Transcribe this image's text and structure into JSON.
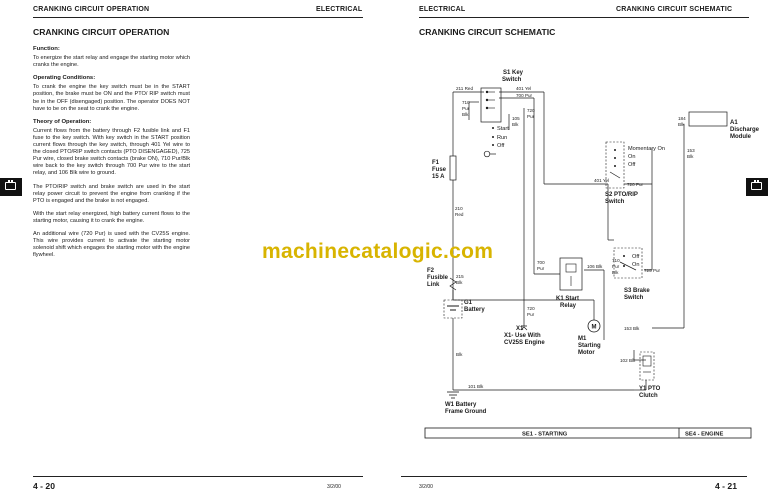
{
  "left_page": {
    "header_title": "CRANKING CIRCUIT OPERATION",
    "header_section": "ELECTRICAL",
    "page_title": "CRANKING CIRCUIT OPERATION",
    "function_heading": "Function:",
    "function_text": "To energize the start relay and engage the starting motor which cranks the engine.",
    "conditions_heading": "Operating Conditions:",
    "conditions_text": "To crank the engine the key switch must be in the START position, the brake must be ON and the PTO/ RIP switch must be in the OFF (disengaged) position. The operator DOES NOT have to be on the seat to crank the engine.",
    "theory_heading": "Theory of Operation:",
    "theory_p1": "Current flows from the battery through F2 fusible link and F1 fuse to the key switch. With key switch in the START position current flows through the key switch, through 401 Yel wire to the closed PTO/RIP switch contacts (PTO DISENGAGED), 725 Pur wire, closed brake switch contacts (brake ON), 710 Pur/Blk wire back to the key switch through 700 Pur wire to the start relay, and 106 Blk wire to ground.",
    "theory_p2": "The PTO/RIP switch and brake switch are used in the start relay power circuit to prevent the engine from cranking if the PTO is engaged and the brake is not engaged.",
    "theory_p3": "With the start relay energized, high battery current flows to the starting motor, causing it to crank the engine.",
    "theory_p4": "An additional wire (720 Pur) is used with the CV25S engine. This wire provides current to activate the starting motor solenoid shift which engages the starting motor with the engine flywheel.",
    "footer_page": "4 - 20",
    "footer_date": "3/2/00"
  },
  "watermark": "machinecatalogic.com",
  "right_page": {
    "header_section": "ELECTRICAL",
    "header_title": "CRANKING CIRCUIT SCHEMATIC",
    "page_title": "CRANKING CIRCUIT SCHEMATIC",
    "footer_date": "3/2/00",
    "footer_page": "4 - 21",
    "schematic": {
      "s1_name": "S1 Key",
      "s1_sub": "Switch",
      "s1_start": "Start",
      "s1_run": "Run",
      "s1_off": "Off",
      "a1_name": "A1",
      "a1_sub1": "Discharge",
      "a1_sub2": "Module",
      "f1_name": "F1",
      "f1_sub1": "Fuse",
      "f1_sub2": "15 A",
      "s2_momentary": "Momentary On",
      "s2_on": "On",
      "s2_off": "Off",
      "s2_name": "S2 PTO/RIP",
      "s2_sub": "Switch",
      "f2_name": "F2",
      "f2_sub1": "Fusible",
      "f2_sub2": "Link",
      "k1_name": "K1 Start",
      "k1_sub": "Relay",
      "s3_off": "Off",
      "s3_on": "On",
      "s3_name": "S3 Brake",
      "s3_sub": "Switch",
      "g1_name": "G1",
      "g1_sub": "Battery",
      "x1_name": "X1",
      "x1_sub1": "X1- Use With",
      "x1_sub2": "CV25S Engine",
      "m1_name": "M1",
      "m1_sub1": "Starting",
      "m1_sub2": "Motor",
      "y1_name": "Y1 PTO",
      "y1_sub": "Clutch",
      "w1_name": "W1 Battery",
      "w1_sub": "Frame Ground",
      "wires": {
        "w211": "211 Red",
        "w401a": "401 Yel",
        "w700a": "700 Pur",
        "w710": "710",
        "w710b": "Pur",
        "w710c": "Blk",
        "w720": "720",
        "w720b": "Pur",
        "w105": "105",
        "w105b": "Blk",
        "w184": "184",
        "w184b": "Blk",
        "w153": "153",
        "w153b": "Blk",
        "w401b": "401 Yel",
        "w720c": "720 Pur",
        "w210": "210",
        "w210b": "Red",
        "w700b": "700",
        "w700c": "Pur",
        "w106": "106 Blk",
        "w710s3": "710",
        "w710s3b": "Pur",
        "w710s3c": "Blk",
        "w725": "725 Pur",
        "w215": "215",
        "w215b": "Blk",
        "w720x": "720",
        "w720xb": "Pur",
        "w153c": "153 Blk",
        "wblk": "Blk",
        "w102": "102 Blk",
        "w101": "101 Blk"
      }
    },
    "caption_left": "SE1 - STARTING",
    "caption_right": "SE4 - ENGINE"
  }
}
